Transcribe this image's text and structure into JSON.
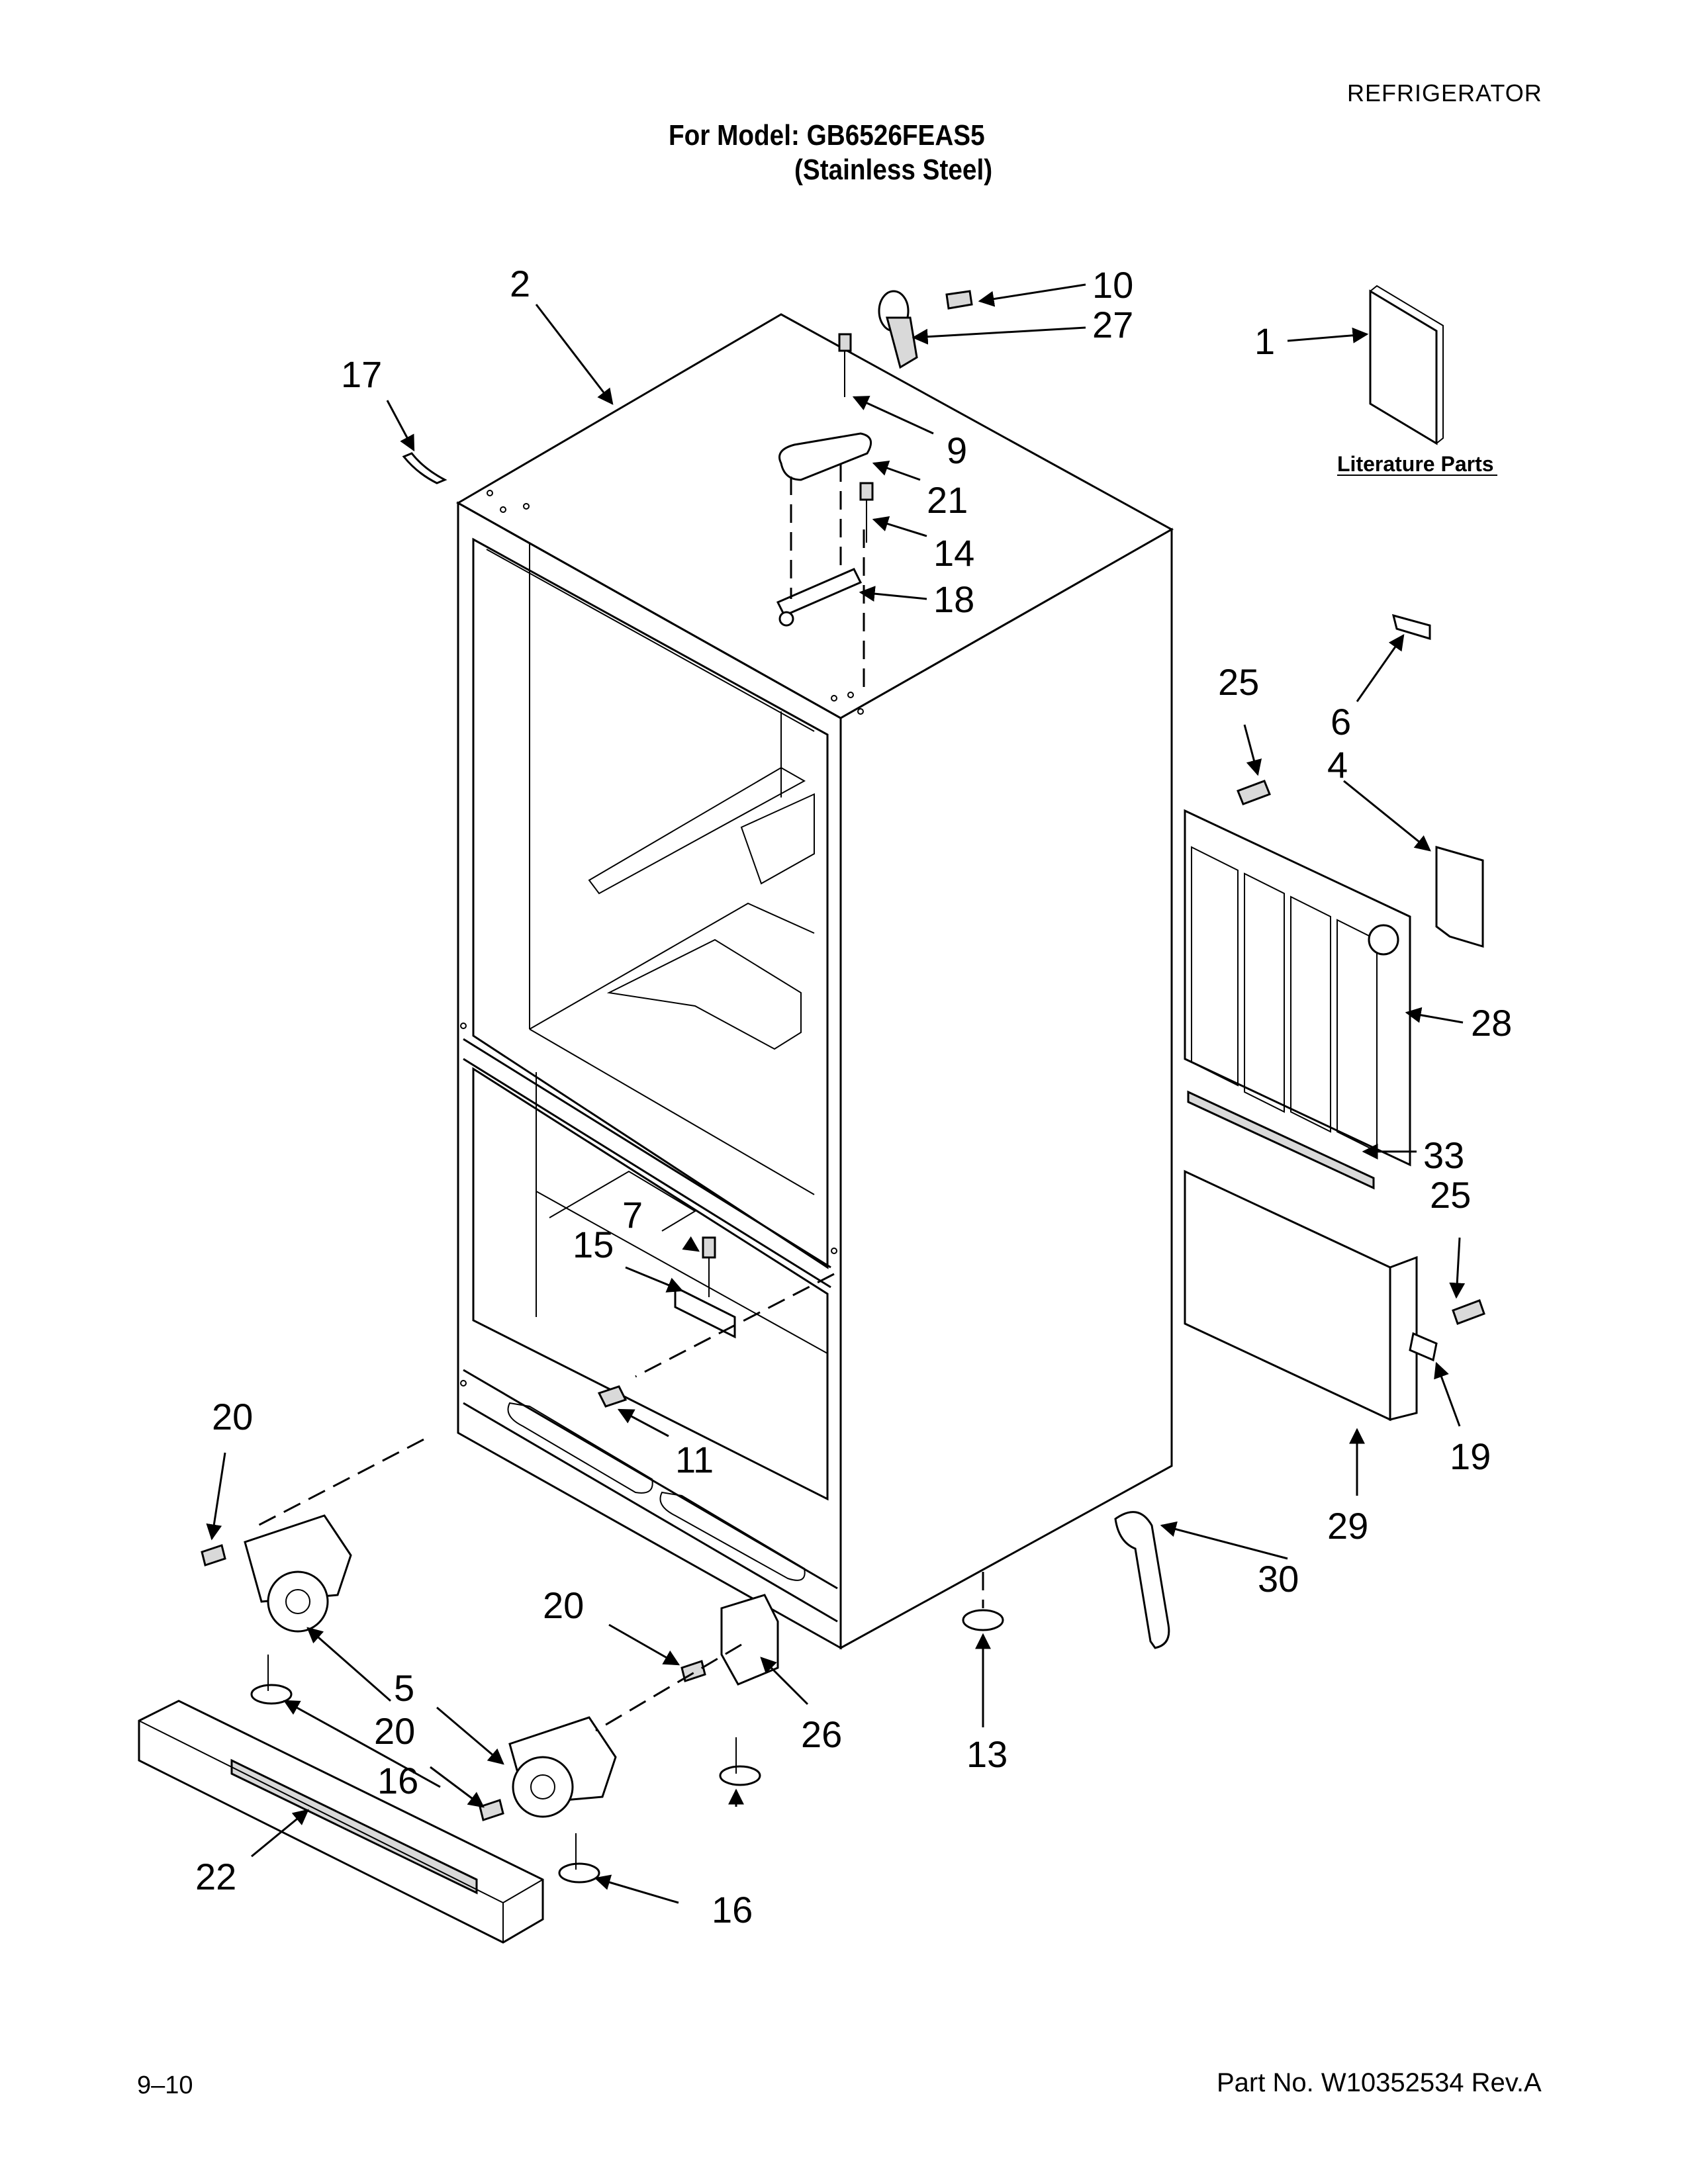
{
  "header": {
    "category": "REFRIGERATOR",
    "model_line": "For Model: GB6526FEAS5",
    "finish_line": "(Stainless Steel)"
  },
  "footer": {
    "page_number": "9–10",
    "part_number": "Part No. W10352534 Rev.A"
  },
  "literature_label": "Literature Parts",
  "callouts": {
    "c1": "1",
    "c2": "2",
    "c4": "4",
    "c5": "5",
    "c6": "6",
    "c7": "7",
    "c9": "9",
    "c10": "10",
    "c11": "11",
    "c13": "13",
    "c14": "14",
    "c15": "15",
    "c16a": "16",
    "c16b": "16",
    "c17": "17",
    "c18": "18",
    "c19": "19",
    "c20a": "20",
    "c20b": "20",
    "c20c": "20",
    "c21": "21",
    "c22": "22",
    "c25a": "25",
    "c25b": "25",
    "c26": "26",
    "c27": "27",
    "c28": "28",
    "c29": "29",
    "c30": "30",
    "c33": "33"
  }
}
